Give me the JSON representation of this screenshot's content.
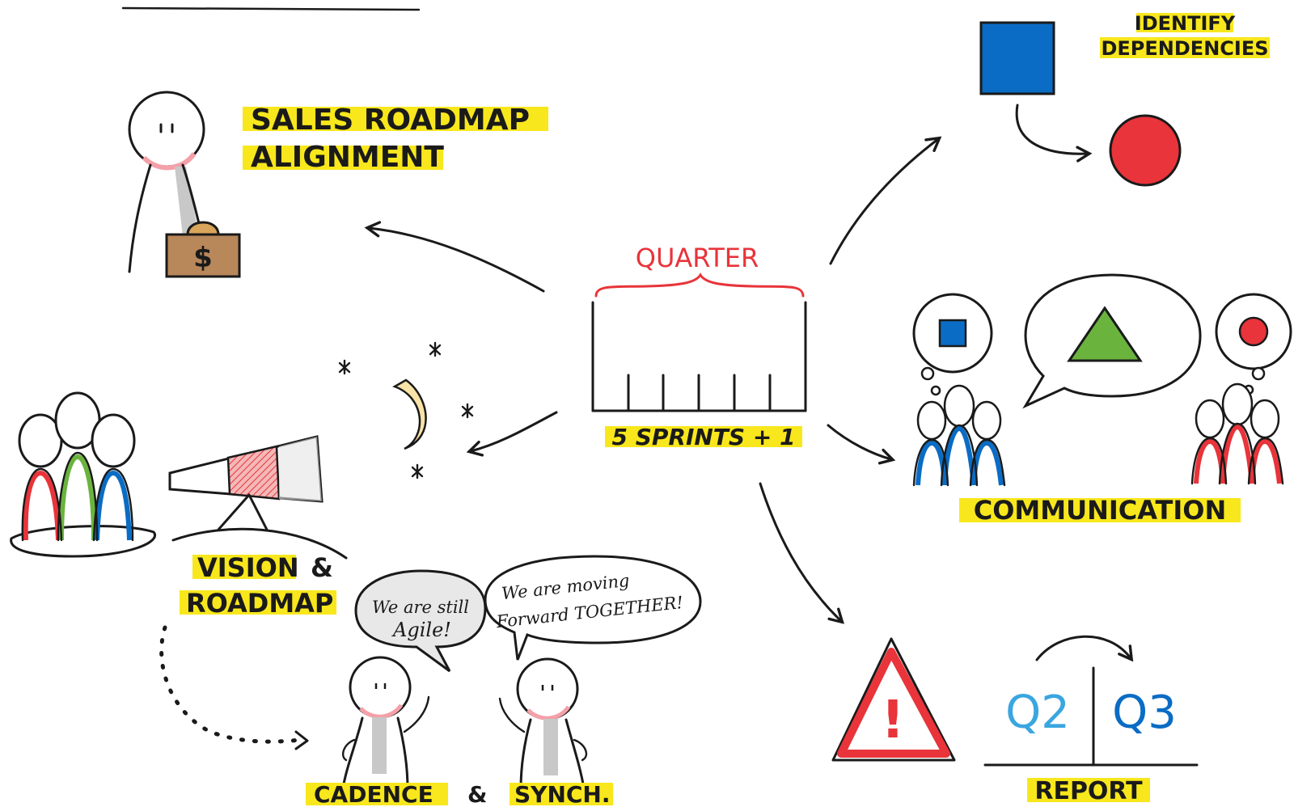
{
  "labels": {
    "sales_line1": "SALES ROADMAP",
    "sales_line2": "ALIGNMENT",
    "dollar": "$",
    "identify_line1": "IDENTIFY",
    "identify_line2": "DEPENDENCIES",
    "quarter": "QUARTER",
    "sprints": "5 SPRINTS + 1",
    "communication": "COMMUNICATION",
    "vision_line1": "VISION",
    "ampersand": "&",
    "vision_line2": "ROADMAP",
    "bubble1_line1": "We are still",
    "bubble1_line2": "Agile!",
    "bubble2_line1": "We are moving",
    "bubble2_line2": "Forward TOGETHER!",
    "cadence": "CADENCE",
    "synch": "SYNCH.",
    "report": "REPORT",
    "q2": "Q2",
    "q3": "Q3",
    "warning_mark": "!"
  },
  "colors": {
    "highlight": "#f8e71c",
    "red": "#e8343a",
    "blue": "#0a6cc4",
    "green": "#6ab43e",
    "light_blue": "#3aa6e0",
    "briefcase": "#b8875a",
    "moon": "#f9e3a6"
  },
  "icons": [
    "person-icon",
    "briefcase-icon",
    "square-icon",
    "circle-icon",
    "triangle-icon",
    "moon-icon",
    "star-icon",
    "telescope-icon",
    "team-icon",
    "warning-icon",
    "speech-bubble-icon",
    "thought-bubble-icon",
    "arrow-icon"
  ]
}
